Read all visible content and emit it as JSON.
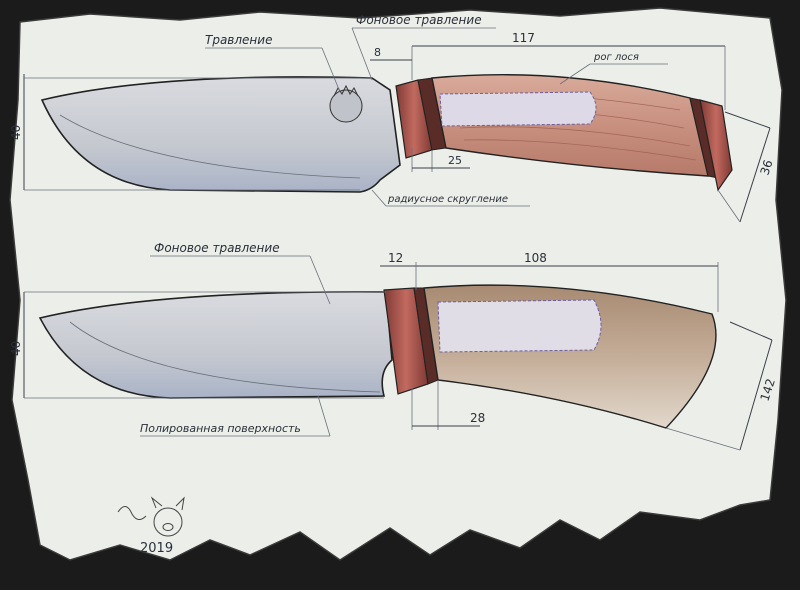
{
  "top_knife": {
    "label_etching": "Травление",
    "label_bg_etching": "Фоновое травление",
    "label_handle_material": "рог лося",
    "label_radius": "радиусное скругление",
    "dim_total": "117",
    "dim_guard": "8",
    "dim_bolster": "25",
    "dim_blade_height": "40",
    "dim_handle_end": "36"
  },
  "bottom_knife": {
    "label_bg_etching": "Фоновое травление",
    "label_polished": "Полированная поверхность",
    "dim_guard": "12",
    "dim_handle": "108",
    "dim_bolster": "28",
    "dim_blade_height": "40",
    "dim_handle_end": "142"
  },
  "signature_year": "2019",
  "colors": {
    "paper": "#ecefe9",
    "border": "#1b1b1b",
    "blade": "#c9ccd3",
    "horn": "#c98f7f",
    "guard": "#a8514a",
    "handle2": "#b89c86"
  }
}
